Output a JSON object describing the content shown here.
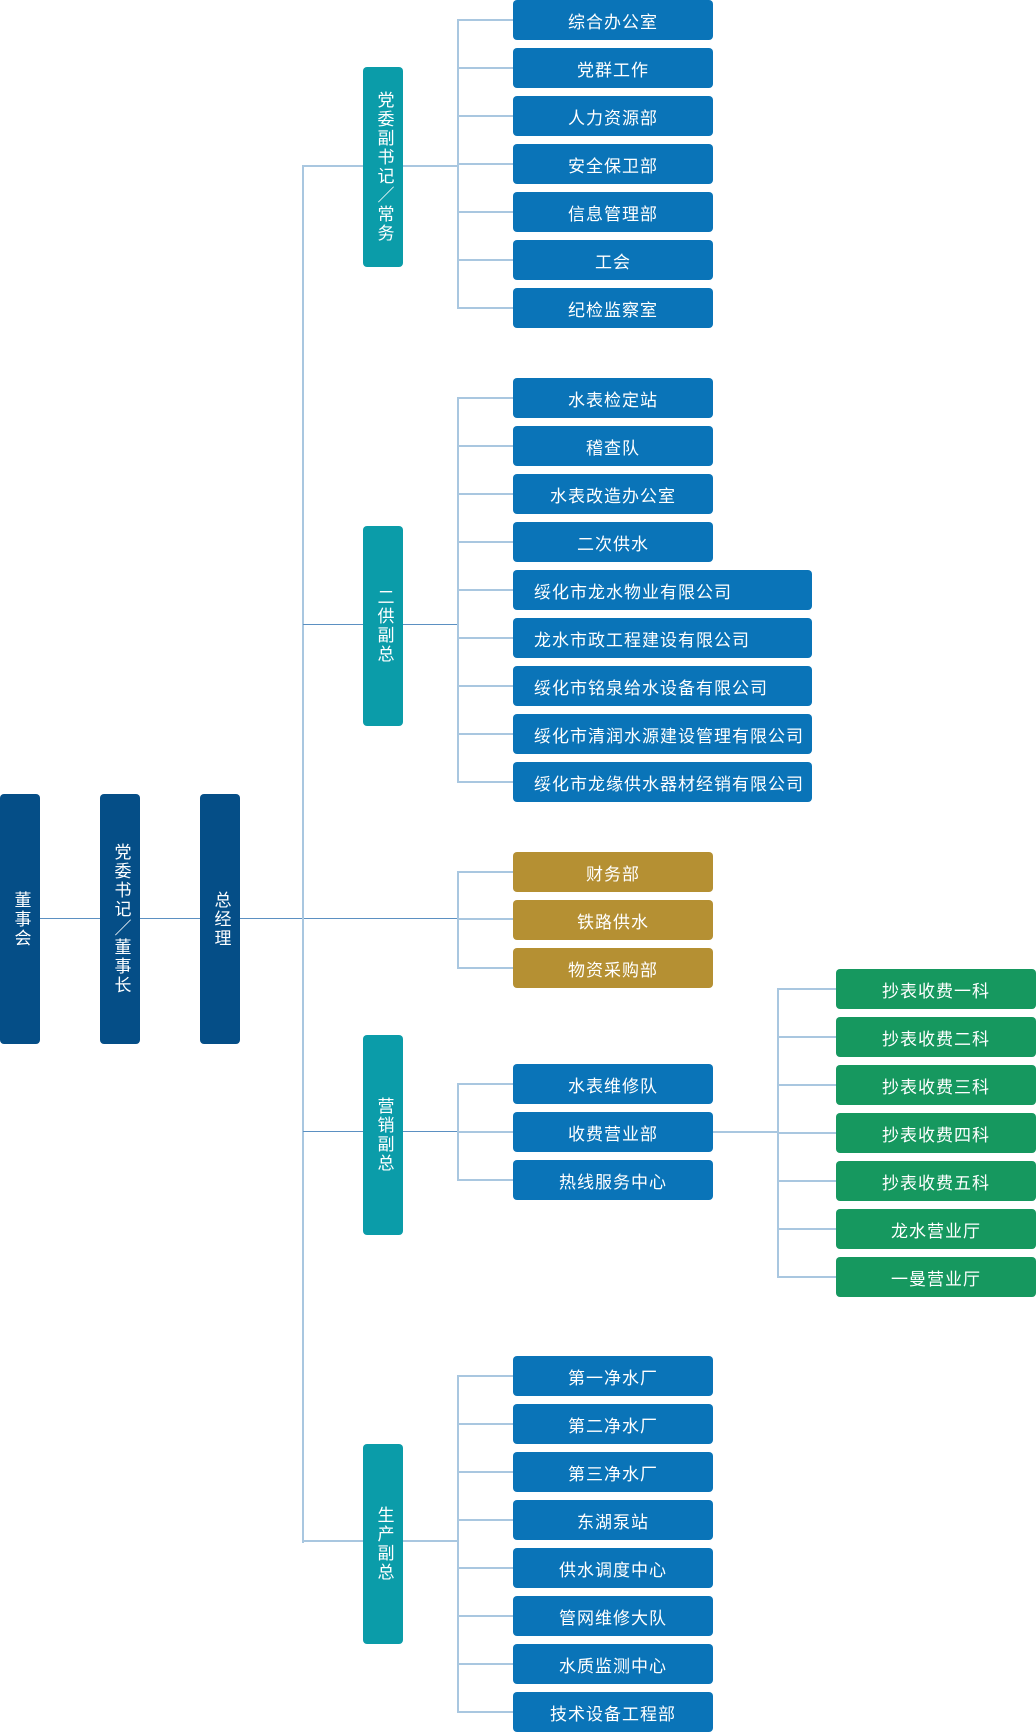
{
  "executive_chain": [
    "董事会",
    "党委书记／董事长",
    "总经理"
  ],
  "vice_leaders": [
    {
      "title": "党委副书记／常务",
      "units": [
        "综合办公室",
        "党群工作",
        "人力资源部",
        "安全保卫部",
        "信息管理部",
        "工会",
        "纪检监察室"
      ]
    },
    {
      "title": "二供副总",
      "units": [
        "水表检定站",
        "稽查队",
        "水表改造办公室",
        "二次供水",
        "绥化市龙水物业有限公司",
        "龙水市政工程建设有限公司",
        "绥化市铭泉给水设备有限公司",
        "绥化市清润水源建设管理有限公司",
        "绥化市龙缘供水器材经销有限公司"
      ]
    },
    {
      "title": "营销副总",
      "units": [
        "水表维修队",
        "收费营业部",
        "热线服务中心"
      ],
      "sub_units_parent": "收费营业部",
      "sub_units": [
        "抄表收费一科",
        "抄表收费二科",
        "抄表收费三科",
        "抄表收费四科",
        "抄表收费五科",
        "龙水营业厅",
        "一曼营业厅"
      ]
    },
    {
      "title": "生产副总",
      "units": [
        "第一净水厂",
        "第二净水厂",
        "第三净水厂",
        "东湖泵站",
        "供水调度中心",
        "管网维修大队",
        "水质监测中心",
        "技术设备工程部"
      ]
    }
  ],
  "direct_units_under_general_manager": [
    "财务部",
    "铁路供水",
    "物资采购部"
  ],
  "colors": {
    "executive": "#054e87",
    "vice_leader": "#0b9ca9",
    "unit": "#0a74b8",
    "direct_unit": "#b59033",
    "sub_unit": "#16985f",
    "connector": "#a9c7e0",
    "main_connector": "#5b90c2"
  }
}
